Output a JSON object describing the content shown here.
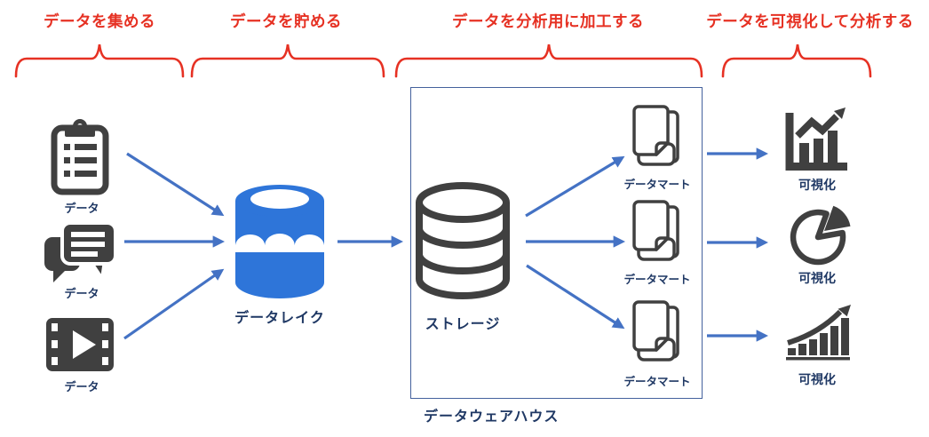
{
  "sections": [
    {
      "label": "データを集める"
    },
    {
      "label": "データを貯める"
    },
    {
      "label": "データを分析用に加工する"
    },
    {
      "label": "データを可視化して分析する"
    }
  ],
  "sources": [
    {
      "icon": "clipboard-icon",
      "label": "データ"
    },
    {
      "icon": "chat-bubbles-icon",
      "label": "データ"
    },
    {
      "icon": "video-film-icon",
      "label": "データ"
    }
  ],
  "datalake": {
    "icon": "data-lake-icon",
    "label": "データレイク"
  },
  "warehouse": {
    "label": "データウェアハウス",
    "storage": {
      "icon": "database-storage-icon",
      "label": "ストレージ"
    },
    "marts": [
      {
        "icon": "data-mart-documents-icon",
        "label": "データマート"
      },
      {
        "icon": "data-mart-documents-icon",
        "label": "データマート"
      },
      {
        "icon": "data-mart-documents-icon",
        "label": "データマート"
      }
    ]
  },
  "outputs": [
    {
      "icon": "bar-chart-trend-icon",
      "label": "可視化"
    },
    {
      "icon": "pie-chart-icon",
      "label": "可視化"
    },
    {
      "icon": "growth-chart-icon",
      "label": "可視化"
    }
  ],
  "colors": {
    "accent_red": "#e63123",
    "arrow_blue": "#4472c4",
    "lake_blue": "#2e75d9",
    "navy_text": "#1f3864",
    "icon_gray": "#404040",
    "box_border": "#44619d"
  }
}
